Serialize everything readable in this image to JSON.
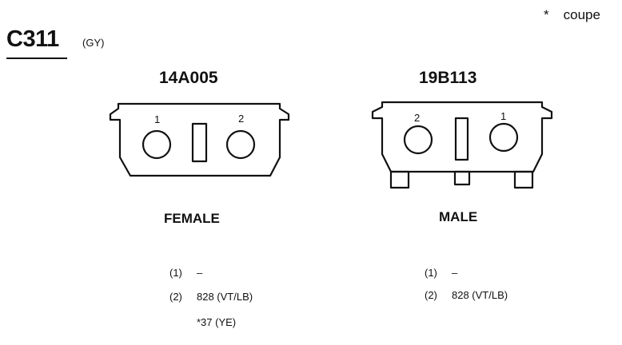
{
  "note": {
    "marker": "*",
    "text": "coupe"
  },
  "connector": {
    "id": "C311",
    "color_code": "(GY)"
  },
  "left_connector": {
    "part_number": "14A005",
    "gender": "FEMALE",
    "pin_labels": [
      "1",
      "2"
    ],
    "pins": [
      {
        "label": "(1)",
        "wire": "–"
      },
      {
        "label": "(2)",
        "wire": "828 (VT/LB)"
      },
      {
        "label": "",
        "wire": "*37 (YE)"
      }
    ]
  },
  "right_connector": {
    "part_number": "19B113",
    "gender": "MALE",
    "pin_labels": [
      "2",
      "1"
    ],
    "pins": [
      {
        "label": "(1)",
        "wire": "–"
      },
      {
        "label": "(2)",
        "wire": "828 (VT/LB)"
      }
    ]
  }
}
